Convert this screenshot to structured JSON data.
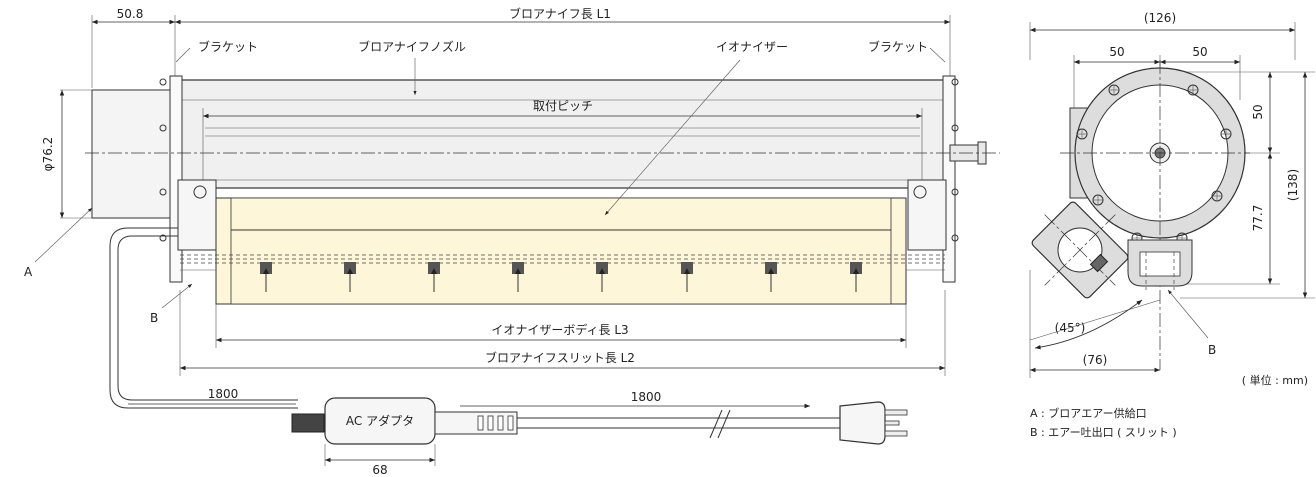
{
  "labels": {
    "dim_bracket_offset": "50.8",
    "dim_blower_length": "ブロアナイフ長 L1",
    "bracket_left": "ブラケット",
    "bracket_right": "ブラケット",
    "nozzle": "ブロアナイフノズル",
    "ionizer": "イオナイザー",
    "mounting_pitch": "取付ピッチ",
    "dim_diameter": "φ76.2",
    "marker_a": "A",
    "marker_b": "B",
    "marker_b_side": "B",
    "dim_ionizer_body": "イオナイザーボディ長 L3",
    "dim_slit": "ブロアナイフスリット長 L2",
    "cable_left": "1800",
    "cable_right": "1800",
    "adapter": "AC アダプタ",
    "dim_adapter": "68",
    "side_width": "(126)",
    "side_50_left": "50",
    "side_50_right": "50",
    "side_50_vert": "50",
    "side_138": "(138)",
    "side_777": "77.7",
    "side_angle": "(45°)",
    "side_76": "(76)",
    "unit": "( 単位 : mm)"
  },
  "legend": [
    "A : ブロアエアー供給口",
    "B : エアー吐出口 ( スリット )"
  ],
  "colors": {
    "ionizer_body": "#fdf6d8",
    "steel": "#f0f0f0",
    "side_body": "#dddddd"
  }
}
